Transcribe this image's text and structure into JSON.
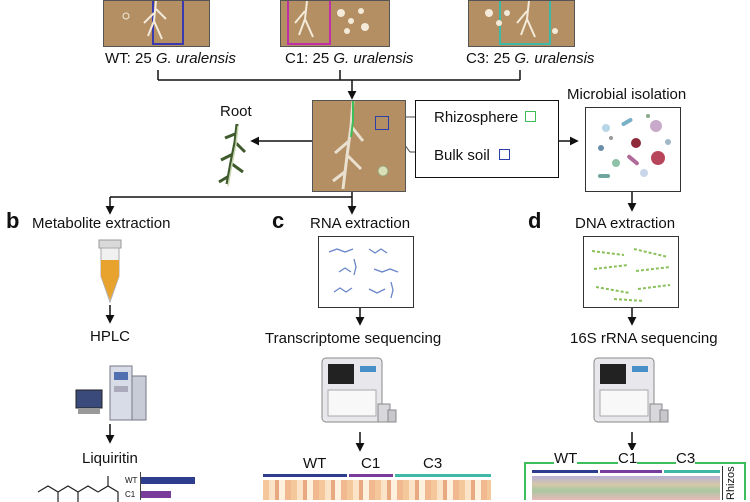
{
  "top_labels": {
    "wt": {
      "prefix": "WT: 25 ",
      "species": "G. uralensis"
    },
    "c1": {
      "prefix": "C1: 25 ",
      "species": "G. uralensis"
    },
    "c3": {
      "prefix": "C3: 25 ",
      "species": "G. uralensis"
    }
  },
  "root_label": "Root",
  "legend": {
    "rhizosphere": "Rhizosphere",
    "bulk_soil": "Bulk soil"
  },
  "microbial_isolation": "Microbial isolation",
  "panel_b": {
    "letter": "b",
    "step1": "Metabolite extraction",
    "step2": "HPLC",
    "step3": "Liquiritin",
    "bar_labels": [
      "WT",
      "C1"
    ]
  },
  "panel_c": {
    "letter": "c",
    "step1": "RNA extraction",
    "step2": "Transcriptome sequencing",
    "groups": [
      "WT",
      "C1",
      "C3"
    ]
  },
  "panel_d": {
    "letter": "d",
    "step1": "DNA extraction",
    "step2": "16S rRNA sequencing",
    "groups": [
      "WT",
      "C1",
      "C3"
    ],
    "side_label": "Rhizosphere"
  },
  "colors": {
    "wt_frame": "#3a3ab0",
    "c1_frame": "#c02fa8",
    "c3_frame": "#3fb8a8",
    "rhizosphere_green": "#3cbf5a",
    "bulk_blue": "#2a3fa8",
    "soil": "#b48f63",
    "bar_navy": "#2f3d8f",
    "bar_purple": "#7a3c9a",
    "bar_teal": "#3fb8a8"
  }
}
